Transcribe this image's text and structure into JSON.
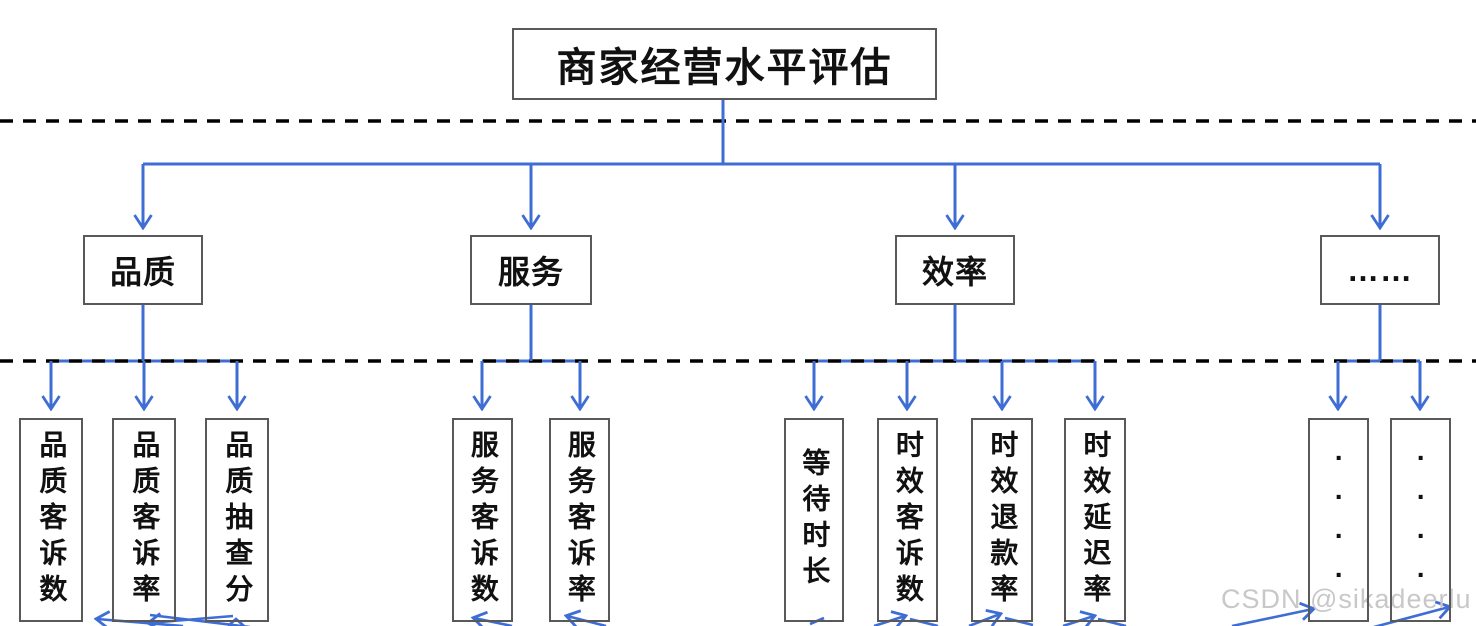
{
  "root": {
    "label": "商家经营水平评估"
  },
  "categories": [
    {
      "label": "品质"
    },
    {
      "label": "服务"
    },
    {
      "label": "效率"
    },
    {
      "label": "……"
    }
  ],
  "leaves": [
    {
      "parent": "品质",
      "label": "品质客诉数"
    },
    {
      "parent": "品质",
      "label": "品质客诉率"
    },
    {
      "parent": "品质",
      "label": "品质抽查分"
    },
    {
      "parent": "服务",
      "label": "服务客诉数"
    },
    {
      "parent": "服务",
      "label": "服务客诉率"
    },
    {
      "parent": "效率",
      "label": "等待时长"
    },
    {
      "parent": "效率",
      "label": "时效客诉数"
    },
    {
      "parent": "效率",
      "label": "时效退款率"
    },
    {
      "parent": "效率",
      "label": "时效延迟率"
    },
    {
      "parent": "……",
      "label": "····"
    },
    {
      "parent": "……",
      "label": "····"
    }
  ],
  "watermark": "CSDN @sikadeerlu",
  "colors": {
    "connector_blue": "#3E6DD3",
    "box_border_gray": "#595959",
    "dashed_line_black": "#000000",
    "watermark_gray": "#c8c8c8"
  }
}
